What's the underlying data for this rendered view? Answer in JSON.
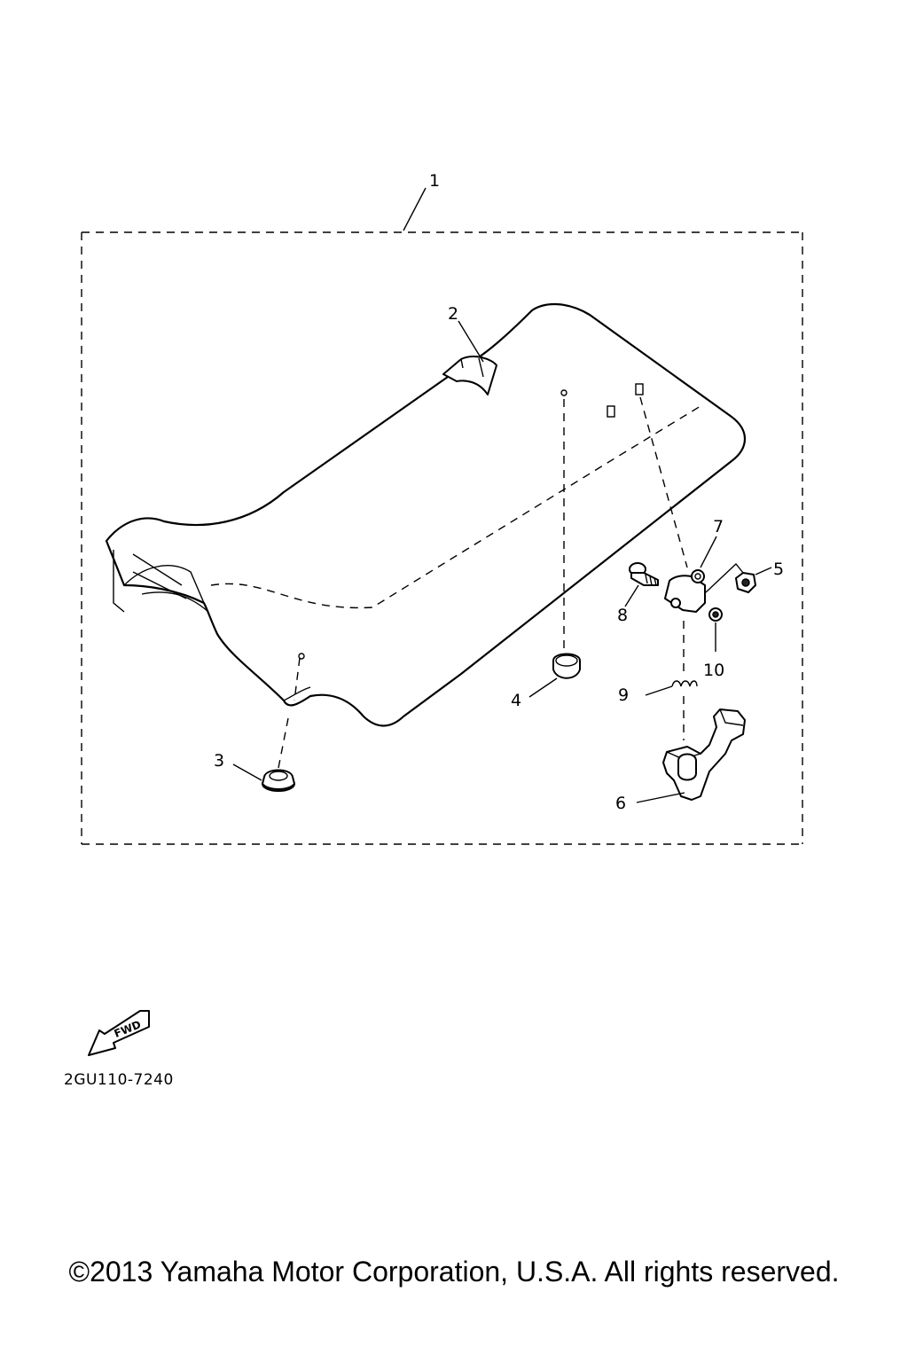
{
  "diagram": {
    "part_code": "2GU110-7240",
    "fwd_label": "FWD",
    "callouts": [
      {
        "id": "1",
        "label": "1"
      },
      {
        "id": "2",
        "label": "2"
      },
      {
        "id": "3",
        "label": "3"
      },
      {
        "id": "4",
        "label": "4"
      },
      {
        "id": "5",
        "label": "5"
      },
      {
        "id": "6",
        "label": "6"
      },
      {
        "id": "7",
        "label": "7"
      },
      {
        "id": "8",
        "label": "8"
      },
      {
        "id": "9",
        "label": "9"
      },
      {
        "id": "10",
        "label": "10"
      }
    ]
  },
  "footer": {
    "copyright": "©2013 Yamaha Motor Corporation, U.S.A. All rights reserved."
  }
}
